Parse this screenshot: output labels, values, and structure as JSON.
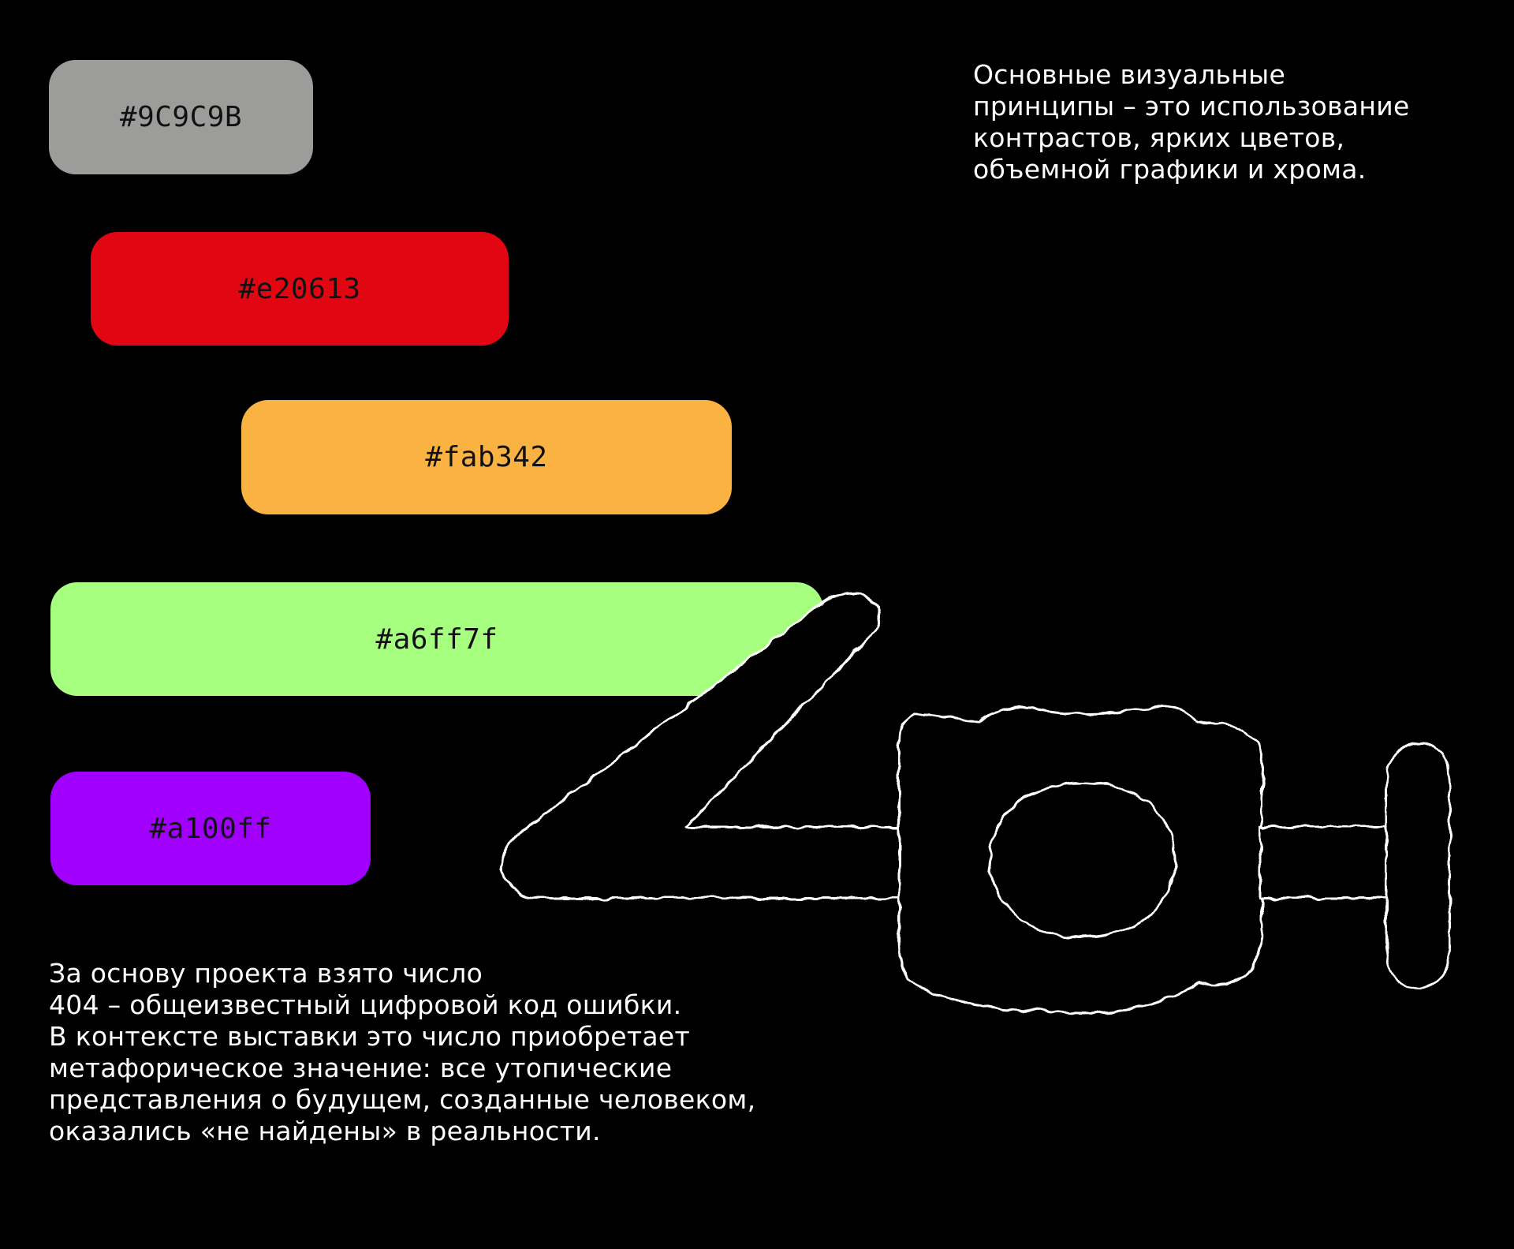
{
  "palette": [
    {
      "id": "gray",
      "label": "#9C9C9B",
      "color": "#9c9c9b"
    },
    {
      "id": "red",
      "label": "#e20613",
      "color": "#e20613"
    },
    {
      "id": "orange",
      "label": "#fab342",
      "color": "#fab342"
    },
    {
      "id": "green",
      "label": "#a6ff7f",
      "color": "#a6ff7f"
    },
    {
      "id": "purple",
      "label": "#a100ff",
      "color": "#a100ff"
    }
  ],
  "principles": {
    "lines": [
      "Основные визуальные",
      "принципы – это использование",
      "контрастов, ярких цветов,",
      "объемной графики и хрома."
    ]
  },
  "about": {
    "lines": [
      "За основу проекта взято число",
      "404 – общеизвестный цифровой код ошибки.",
      "В контексте выставки это число приобретает",
      "метафорическое значение: все утопические",
      "представления о будущем, созданные человеком,",
      "оказались «не найдены» в реальности."
    ]
  },
  "logo": {
    "icon": "404-outline-graphic",
    "stroke_color": "#ffffff",
    "fill_color": "#000000"
  }
}
